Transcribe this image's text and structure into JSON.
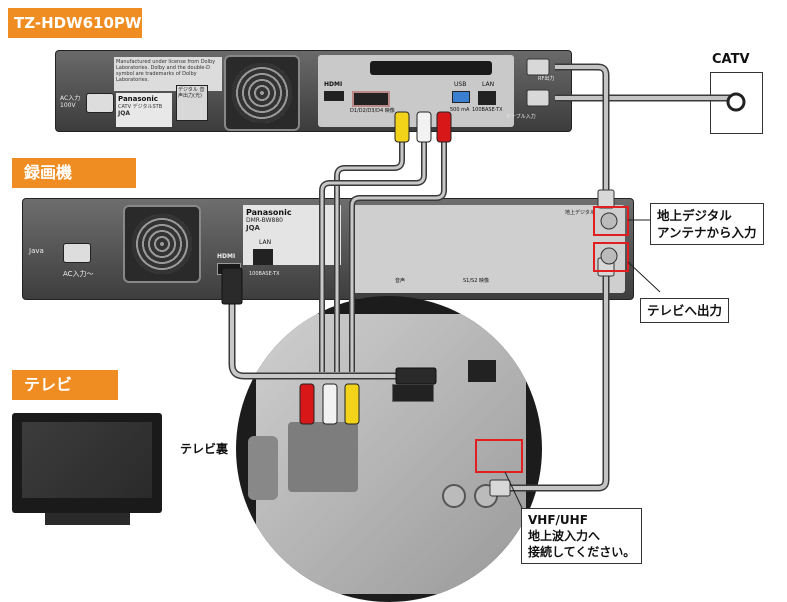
{
  "labels": {
    "tuner_model": "TZ-HDW610PW",
    "recorder": "録画機",
    "tv": "テレビ",
    "catv": "CATV",
    "tv_back": "テレビ裏"
  },
  "callouts": {
    "antenna_in": [
      "地上デジタル",
      "アンテナから入力"
    ],
    "to_tv": "テレビへ出力",
    "vhf_uhf": [
      "VHF/UHF",
      "地上波入力へ",
      "接続してください。"
    ]
  },
  "tuner_panel": {
    "brand_notice": "Manufactured under license from Dolby Laboratories. Dolby and the double-D symbol are trademarks of Dolby Laboratories.",
    "maker": "Panasonic",
    "model_line": "CATV デジタルSTB",
    "power_label": "AC入力 100V",
    "digital_audio": "デジタル 音声出力(光)",
    "hdmi": "HDMI",
    "d_terminal": "D1/D2/D3/D4 映像",
    "usb": "USB",
    "usb_current": "500 mA",
    "lan": "LAN",
    "lan_spec": "100BASE-TX",
    "rf_in": "ケーブル入力",
    "rf_out": "RF出力",
    "jqa": "JQA"
  },
  "recorder_panel": {
    "maker": "Panasonic",
    "model": "DMR-BW880",
    "jqa": "JQA",
    "power_label": "AC入力〜",
    "java": "Java",
    "hdmi": "HDMI",
    "lan": "LAN",
    "lan_spec": "100BASE-TX",
    "svideo": "S1/S2 映像",
    "audio": "音声",
    "rf_label": "地上デジタル"
  },
  "colors": {
    "accent": "#f08d22",
    "cable": "#b4b4b4",
    "cable_edge": "#3a3a3a",
    "red_highlight": "#e02020",
    "rca_red": "#d81818",
    "rca_white": "#f2f2f2",
    "rca_yellow": "#f3d21a"
  }
}
